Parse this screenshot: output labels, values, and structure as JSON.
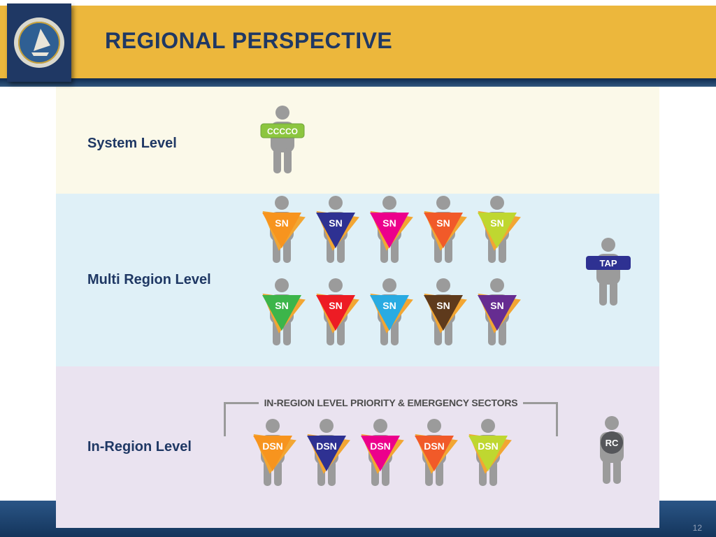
{
  "slide": {
    "title": "REGIONAL PERSPECTIVE",
    "page_number": "12"
  },
  "icons": {
    "logo": "california-community-colleges-seal",
    "figure": "person-silhouette"
  },
  "colors": {
    "banner": "#ECB73C",
    "navy": "#1F3864",
    "figure_gray": "#9B9B9B",
    "triangle_backdrop": "#F2A633",
    "system_band": "#FBF9E9",
    "multi_band": "#DFF0F7",
    "inregion_band": "#EAE3F0"
  },
  "bands": [
    {
      "label": "System Level"
    },
    {
      "label": "Multi Region Level"
    },
    {
      "label": "In-Region Level"
    }
  ],
  "system": {
    "figure": {
      "label": "CCCCO",
      "color": "#8CC63F"
    }
  },
  "multi": {
    "row1": [
      {
        "label": "SN",
        "color": "#F7941E"
      },
      {
        "label": "SN",
        "color": "#2E3192"
      },
      {
        "label": "SN",
        "color": "#EC008C"
      },
      {
        "label": "SN",
        "color": "#F15A29"
      },
      {
        "label": "SN",
        "color": "#BFD730"
      }
    ],
    "row2": [
      {
        "label": "SN",
        "color": "#3CB54A"
      },
      {
        "label": "SN",
        "color": "#ED1C24"
      },
      {
        "label": "SN",
        "color": "#29ABE2"
      },
      {
        "label": "SN",
        "color": "#5E3A1C"
      },
      {
        "label": "SN",
        "color": "#662D91"
      }
    ],
    "tap": {
      "label": "TAP",
      "color": "#2E3192"
    }
  },
  "inregion": {
    "bracket_label": "IN-REGION LEVEL PRIORITY & EMERGENCY SECTORS",
    "row": [
      {
        "label": "DSN",
        "color": "#F7941E"
      },
      {
        "label": "DSN",
        "color": "#2E3192"
      },
      {
        "label": "DSN",
        "color": "#EC008C"
      },
      {
        "label": "DSN",
        "color": "#F15A29"
      },
      {
        "label": "DSN",
        "color": "#BFD730"
      }
    ],
    "rc": {
      "label": "RC",
      "color": "#55565A"
    }
  }
}
